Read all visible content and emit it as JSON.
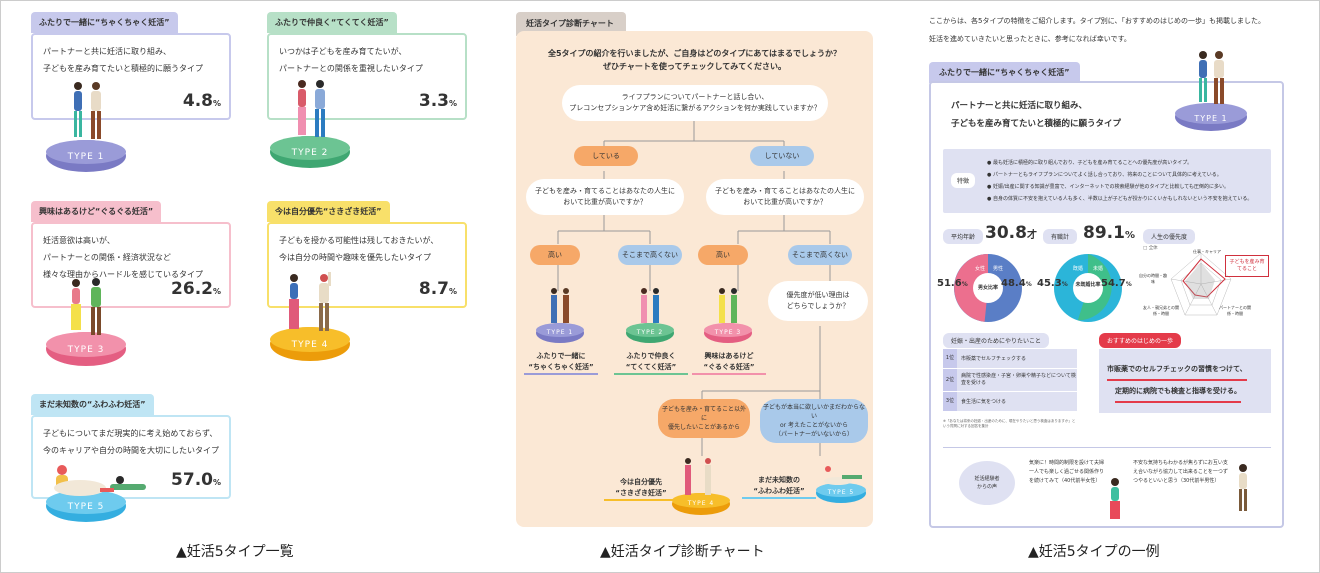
{
  "panel1": {
    "types": [
      {
        "tag": "ふたりで一緒に“ちゃくちゃく妊活”",
        "line1": "パートナーと共に妊活に取り組み、",
        "line2": "子どもを産み育てたいと積極的に願うタイプ",
        "pct": "4.8",
        "pct_unit": "%",
        "label": "TYPE 1",
        "color": "#8f8fd0",
        "pct_value": 4.8
      },
      {
        "tag": "ふたりで仲良く“てくてく妊活”",
        "line1": "いつかは子どもを産み育てたいが、",
        "line2": "パートナーとの関係を重視したいタイプ",
        "pct": "3.3",
        "pct_unit": "%",
        "label": "TYPE 2",
        "color": "#55b98a",
        "pct_value": 3.3
      },
      {
        "tag": "興味はあるけど“ぐるぐる妊活”",
        "line1": "妊活意欲は高いが、",
        "line2": "パートナーとの関係・経済状況など",
        "line3": "様々な理由からハードルを感じているタイプ",
        "pct": "26.2",
        "pct_unit": "%",
        "label": "TYPE 3",
        "color": "#ec7f9b",
        "pct_value": 26.2
      },
      {
        "tag": "今は自分優先“さきざき妊活”",
        "line1": "子どもを授かる可能性は残しておきたいが、",
        "line2": "今は自分の時間や趣味を優先したいタイプ",
        "pct": "8.7",
        "pct_unit": "%",
        "label": "TYPE 4",
        "color": "#f5b21a",
        "pct_value": 8.7
      },
      {
        "tag": "まだ未知数の“ふわふわ妊活”",
        "line1": "子どもについてまだ現実的に考え始めておらず、",
        "line2": "今のキャリアや自分の時間を大切にしたいタイプ",
        "pct": "57.0",
        "pct_unit": "%",
        "label": "TYPE 5",
        "color": "#5bc3e6",
        "pct_value": 57.0
      }
    ],
    "caption": "▲妊活5タイプ一覧"
  },
  "panel2": {
    "tab": "妊活タイプ診断チャート",
    "intro1": "全5タイプの紹介を行いましたが、ご自身はどのタイプにあてはまるでしょうか？",
    "intro2": "ぜひチャートを使ってチェックしてみてください。",
    "q1a": "ライフプランについてパートナーと話し合い、",
    "q1b": "プレコンセプションケア含め妊活に繋がるアクションを何か実践していますか？",
    "yes": "している",
    "no": "していない",
    "q2a": "子どもを産み・育てることはあなたの人生に",
    "q2b": "おいて比重が高いですか？",
    "high": "高い",
    "nothigh": "そこまで高くない",
    "q3a": "優先度が低い理由は",
    "q3b": "どちらでしょうか？",
    "r1a": "子どもを産み・育てること以外に",
    "r1b": "優先したいことがあるから",
    "r2a": "子どもが本当に欲しいかまだわからない",
    "r2b": "or 考えたことがないから",
    "r2c": "（パートナーがいないから）",
    "res1a": "ふたりで一緒に",
    "res1b": "“ちゃくちゃく妊活”",
    "res2a": "ふたりで仲良く",
    "res2b": "“てくてく妊活”",
    "res3a": "興味はあるけど",
    "res3b": "“ぐるぐる妊活”",
    "res4a": "今は自分優先",
    "res4b": "“さきざき妊活”",
    "res5a": "まだ未知数の",
    "res5b": "“ふわふわ妊活”",
    "t1": "TYPE 1",
    "t2": "TYPE 2",
    "t3": "TYPE 3",
    "t4": "TYPE 4",
    "t5": "TYPE 5",
    "caption": "▲妊活タイプ診断チャート"
  },
  "panel3": {
    "intro1": "ここからは、各5タイプの特徴をご紹介します。タイプ別に、「おすすめのはじめの一歩」も掲載しました。",
    "intro2": "妊活を進めていきたいと思ったときに、参考になれば幸いです。",
    "tag": "ふたりで一緒に“ちゃくちゃく妊活”",
    "desc1": "パートナーと共に妊活に取り組み、",
    "desc2": "子どもを産み育てたいと積極的に願うタイプ",
    "type": "TYPE 1",
    "feat_label": "特徴",
    "features": [
      "最も妊活に積極的に取り組んでおり、子どもを産み育てることへの優先度が高いタイプ。",
      "パートナーともライフプランについてよく話し合っており、将来のことについて具体的に考えている。",
      "妊娠/出産に関する知識が豊富で、インターネットでの検索経験が他のタイプと比較しても圧倒的に多い。",
      "自身の体質に不安を抱えている人も多く、半数以上が子どもが授かりにくいかもしれないという不安を抱えている。"
    ],
    "age_label": "平均年齢",
    "age": "30.8",
    "age_unit": "才",
    "married_label": "有職計",
    "married": "89.1",
    "married_unit": "%",
    "priority_label": "人生の優先度",
    "pie1": {
      "left": "51.6",
      "right": "48.4",
      "pct": "%",
      "center": "男女比率",
      "l1": "女性",
      "l2": "男性"
    },
    "pie2": {
      "left": "45.3",
      "right": "54.7",
      "pct": "%",
      "center": "未既婚比率",
      "l1": "既婚",
      "l2": "未婚"
    },
    "radar_legend": "全体",
    "radar_badge": "子どもを産み育てること",
    "radar_labels": [
      "仕事・キャリア",
      "自分の時間・趣味",
      "友人・親兄弟との関係・時間",
      "パートナーとの関係・時間"
    ],
    "todo_label": "妊娠・出産のためにやりたいこと",
    "todo": [
      {
        "rank": "1位",
        "text": "市販薬でセルフチェックする"
      },
      {
        "rank": "2位",
        "text": "病院で性感染症・子宮・卵巣や精子などについて検査を受ける"
      },
      {
        "rank": "3位",
        "text": "食生活に気をつける"
      }
    ],
    "todo_note": "※「あなたは将来の妊娠・出産のために、現在やりたいと思う検査はありますか」という質問に対する回答を集計",
    "step_label": "おすすめのはじめの一歩",
    "step1": "市販薬でのセルフチェックの習慣をつけて、",
    "step2": "定期的に病院でも検査と指導を受ける。",
    "voice_label1": "妊活経験者",
    "voice_label2": "からの声",
    "voice1": "気楽に！時間的制限を設けて夫婦一人でも楽しく過ごせる関係作りを続けてみて（40代前半女性）",
    "voice2": "不安な気持ちもわかるが焦らずにお互い支え合いながら協力して出来ることを一つずつやるといいと思う（30代前半男性）",
    "caption": "▲妊活5タイプの一例"
  }
}
